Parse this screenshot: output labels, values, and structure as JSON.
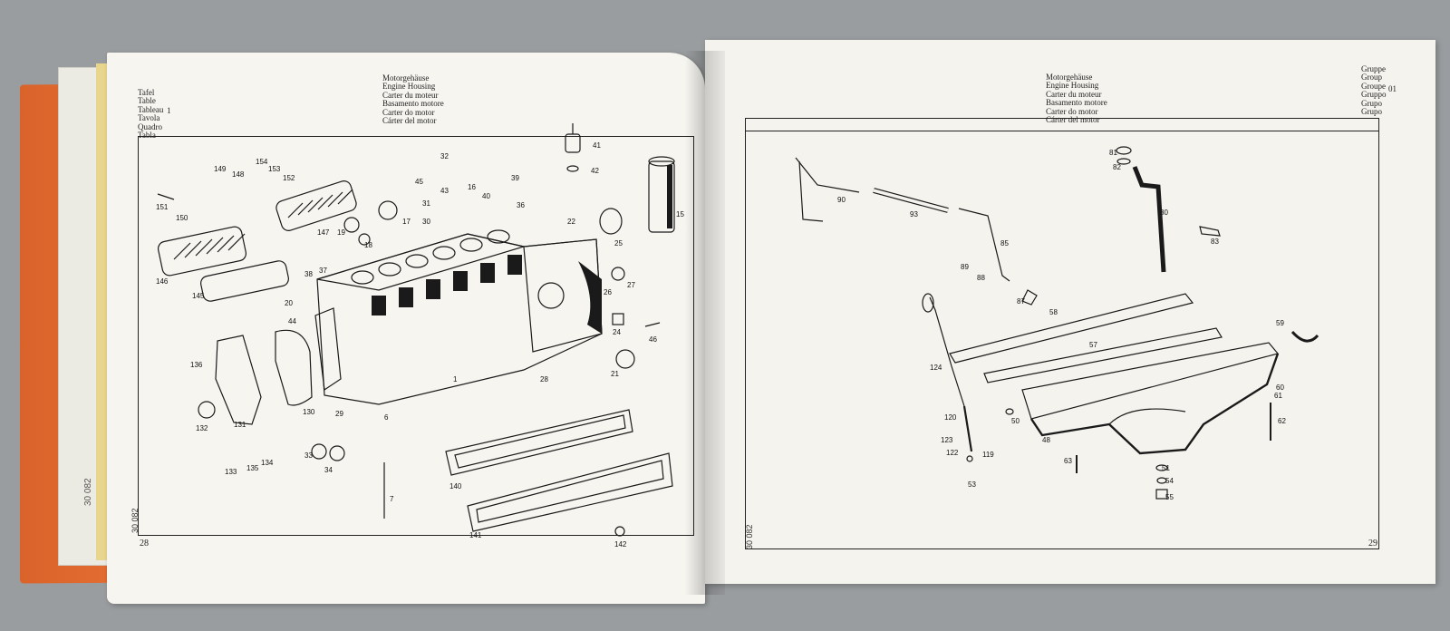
{
  "left_page": {
    "header_left": [
      "Tafel",
      "Table",
      "Tableau",
      "Tavola",
      "Quadro",
      "Tabla"
    ],
    "table_number": "1",
    "header_center": [
      "Motorgehäuse",
      "Engine Housing",
      "Carter du moteur",
      "Basamento motore",
      "Carter do motor",
      "Cárter del motor"
    ],
    "page_number": "28",
    "side_code": "30 082",
    "part_labels": [
      "149",
      "148",
      "154",
      "153",
      "152",
      "32",
      "41",
      "42",
      "151",
      "150",
      "45",
      "43",
      "16",
      "40",
      "39",
      "31",
      "36",
      "30",
      "17",
      "22",
      "15",
      "147",
      "19",
      "18",
      "25",
      "146",
      "145",
      "38",
      "37",
      "20",
      "44",
      "26",
      "27",
      "1",
      "24",
      "46",
      "136",
      "21",
      "28",
      "132",
      "131",
      "130",
      "29",
      "6",
      "33",
      "34",
      "133",
      "135",
      "134",
      "7",
      "140",
      "141",
      "142"
    ]
  },
  "right_page": {
    "header_center": [
      "Motorgehäuse",
      "Engine Housing",
      "Carter du moteur",
      "Basamento motore",
      "Carter do motor",
      "Cárter del motor"
    ],
    "header_right": [
      "Gruppe",
      "Group",
      "Groupe",
      "Gruppo",
      "Grupo",
      "Grupo"
    ],
    "group_number": "01",
    "page_number": "29",
    "side_code": "30 082",
    "part_labels": [
      "81",
      "82",
      "90",
      "93",
      "80",
      "83",
      "85",
      "89",
      "88",
      "87",
      "58",
      "59",
      "57",
      "124",
      "60",
      "61",
      "50",
      "120",
      "62",
      "123",
      "122",
      "119",
      "48",
      "63",
      "51",
      "54",
      "53",
      "55"
    ]
  },
  "under_page": {
    "side_code": "30 082"
  }
}
